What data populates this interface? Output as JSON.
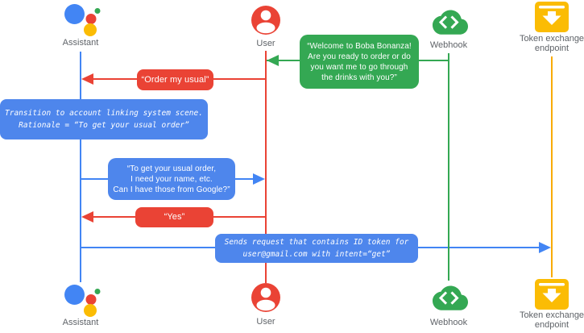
{
  "actors": {
    "assistant": {
      "label": "Assistant",
      "icon": "google-assistant-icon",
      "color": "#4285f4"
    },
    "user": {
      "label": "User",
      "icon": "person-icon",
      "color": "#ea4335"
    },
    "webhook": {
      "label": "Webhook",
      "icon": "cloud-code-icon",
      "color": "#34a853"
    },
    "token_endpoint": {
      "label": "Token exchange endpoint",
      "icon": "archive-download-icon",
      "color": "#f9ab00"
    }
  },
  "messages": {
    "welcome": {
      "from": "Webhook",
      "to": "User",
      "text": "“Welcome to Boba Bonanza!\nAre you ready to order or do\nyou want me to go through\nthe drinks with you?”"
    },
    "order_usual": {
      "from": "User",
      "to": "Assistant",
      "text": "“Order my usual”"
    },
    "transition_note": {
      "from": "Assistant",
      "to": "Assistant",
      "text": "Transition to account linking system scene.\nRationale = “To get your usual order”"
    },
    "need_name": {
      "from": "Assistant",
      "to": "User",
      "text": "“To get your usual order,\nI need your name, etc.\nCan I have those from Google?”"
    },
    "yes": {
      "from": "User",
      "to": "Assistant",
      "text": "“Yes”"
    },
    "sends_request": {
      "from": "Assistant",
      "to": "Token exchange endpoint",
      "text": "Sends request that contains ID token for\nuser@gmail.com with intent=“get”"
    }
  },
  "colors": {
    "assistant_blue": "#4285f4",
    "user_red": "#ea4335",
    "webhook_green": "#34a853",
    "token_yellow": "#f9ab00",
    "token_icon_yellow": "#fbbc04",
    "bubble_blue": "#4e86ec",
    "label_gray": "#5f6368"
  }
}
